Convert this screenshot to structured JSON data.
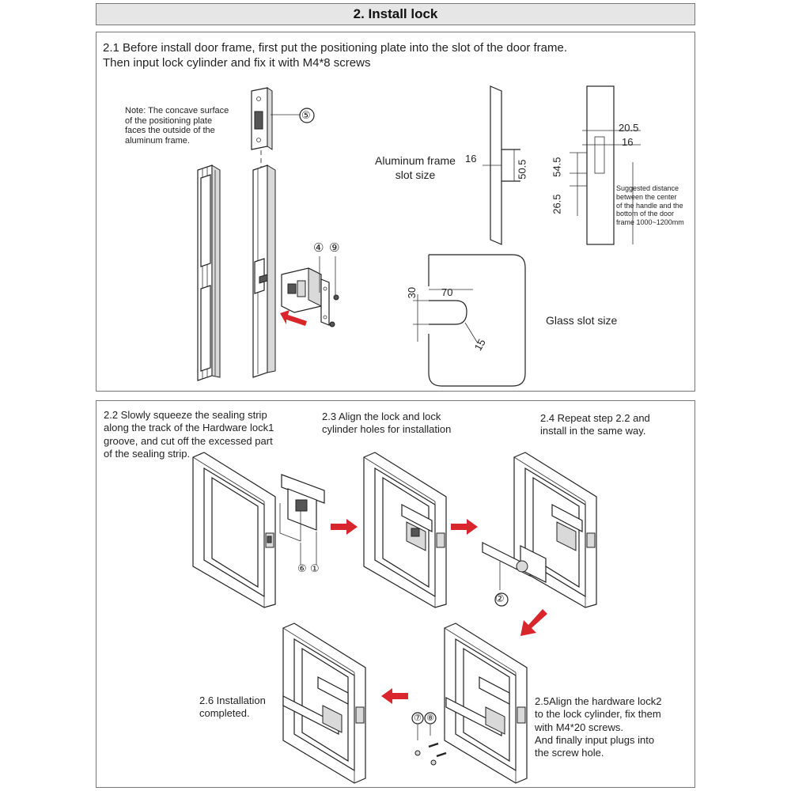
{
  "header": {
    "title": "2. Install lock"
  },
  "step21": {
    "text": "2.1 Before install door frame, first put the positioning plate into the slot of the door frame.\nThen input lock cylinder and fix it with M4*8 screws",
    "note": "Note: The concave surface\nof the positioning plate\nfaces the outside of the\naluminum frame."
  },
  "callouts": {
    "n5": "⑤",
    "n4": "④",
    "n9": "⑨",
    "n6": "⑥",
    "n1": "①",
    "n2": "②",
    "n7": "⑦",
    "n8": "⑧"
  },
  "alu_slot": {
    "label": "Aluminum frame\nslot size",
    "w": "16",
    "h": "50.5"
  },
  "frame_dims": {
    "d1": "20.5",
    "d2": "16",
    "d3": "54.5",
    "d4": "26.5",
    "note": "Suggested distance\nbetween the center\nof the handle and the\nbottom of the door\nframe 1000~1200mm"
  },
  "glass_slot": {
    "label": "Glass slot size",
    "d70": "70",
    "d30": "30",
    "d15": "15"
  },
  "steps": {
    "s22": "2.2 Slowly squeeze the sealing strip\nalong the track of the Hardware lock1\ngroove, and cut off the excessed part\nof the sealing strip.",
    "s23": "2.3 Align the lock and lock\ncylinder holes for installation",
    "s24": "2.4 Repeat step 2.2 and\ninstall in the same way.",
    "s25": "2.5Align the hardware lock2\n to the  lock cylinder, fix them\nwith M4*20 screws.\nAnd finally input plugs into\nthe screw hole.",
    "s26": "2.6 Installation\ncompleted."
  },
  "colors": {
    "arrow": "#d8262c",
    "header_bg": "#e6e6e6",
    "border": "#777777"
  }
}
